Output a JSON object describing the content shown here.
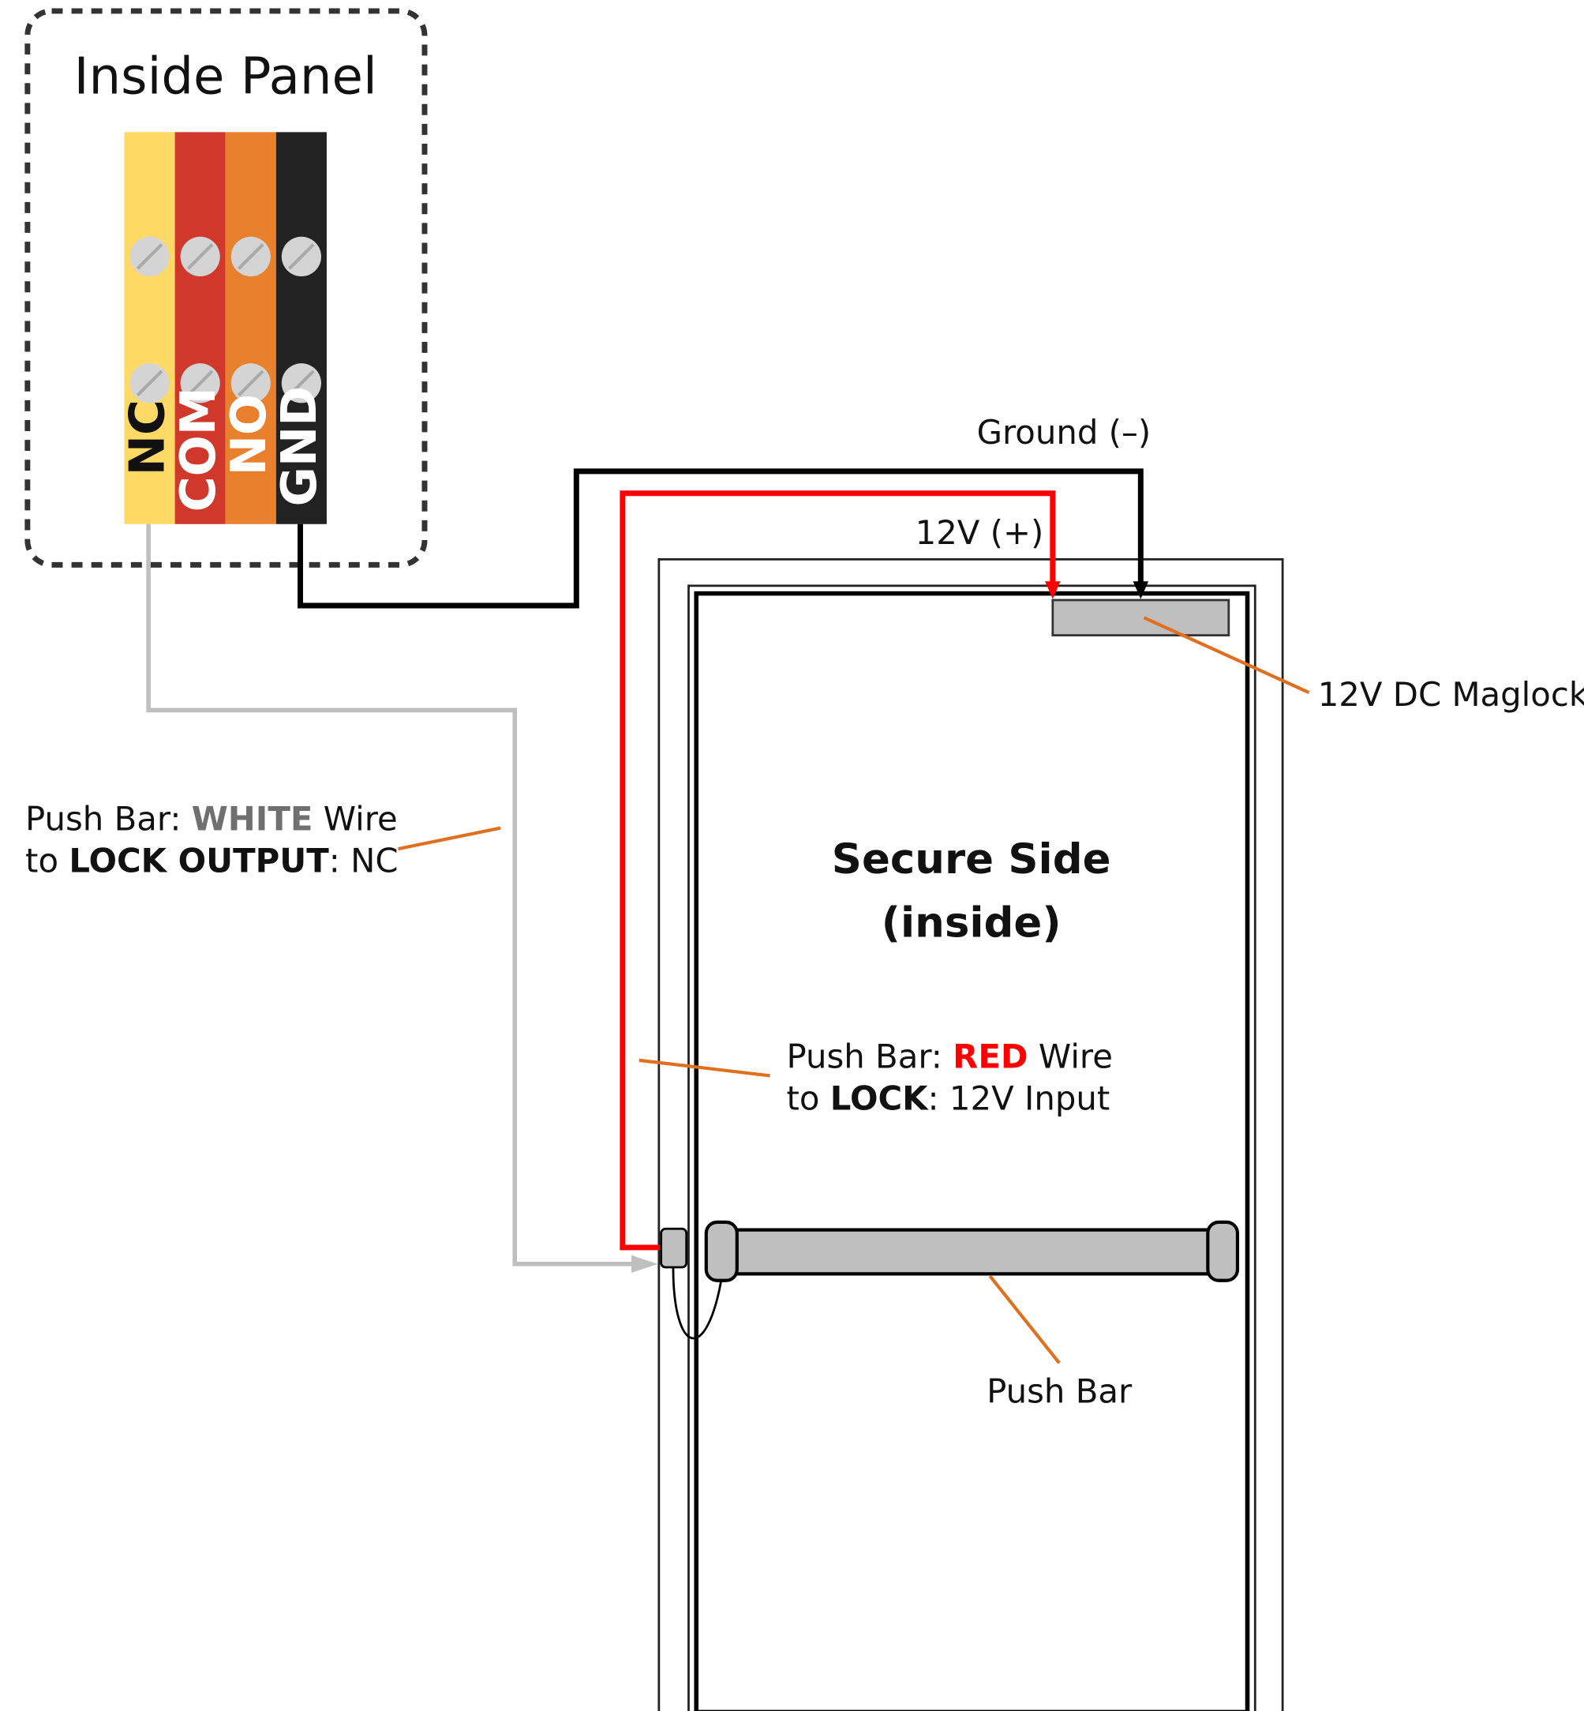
{
  "panel": {
    "title": "Inside Panel",
    "terminals": [
      {
        "label": "NC",
        "color": "#FFD966",
        "text_color": "#111111"
      },
      {
        "label": "COM",
        "color": "#D0382B",
        "text_color": "#FFFFFF"
      },
      {
        "label": "NO",
        "color": "#E8802E",
        "text_color": "#FFFFFF"
      },
      {
        "label": "GND",
        "color": "#222222",
        "text_color": "#FFFFFF"
      }
    ]
  },
  "wires": {
    "ground": {
      "label": "Ground (–)",
      "color": "#000000"
    },
    "power": {
      "label": "12V (+)",
      "color": "#FF0000"
    },
    "nc": {
      "color": "#BFBFBF"
    },
    "leader_color": "#E07020"
  },
  "maglock": {
    "label": "12V DC Maglock"
  },
  "door": {
    "title_line1": "Secure Side",
    "title_line2": "(inside)"
  },
  "push_bar": {
    "label": "Push Bar"
  },
  "white_wire_note": {
    "line1_prefix": "Push Bar: ",
    "line1_bold": "WHITE",
    "line1_suffix": " Wire",
    "line2_prefix": "to ",
    "line2_bold": "LOCK OUTPUT",
    "line2_suffix": ": NC"
  },
  "red_wire_note": {
    "line1_prefix": "Push Bar: ",
    "line1_bold": "RED",
    "line1_suffix": " Wire",
    "line2_prefix": "to ",
    "line2_bold": "LOCK",
    "line2_suffix": ": 12V Input"
  }
}
